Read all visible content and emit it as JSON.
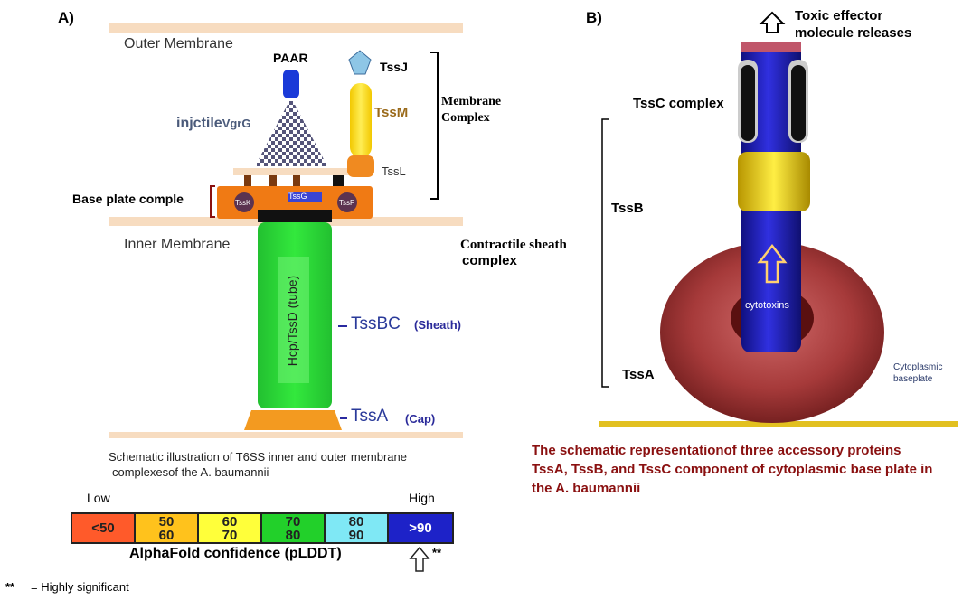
{
  "panel_a": {
    "label": "A)",
    "outer_membrane": "Outer Membrane",
    "inner_membrane": "Inner Membrane",
    "paar": "PAAR",
    "vgrg_prefix": "injctile",
    "vgrg": "VgrG",
    "tssj": "TssJ",
    "tssm": "TssM",
    "tssl": "TssL",
    "membrane_complex_line1": "Membrane",
    "membrane_complex_line2": "Complex",
    "base_plate": "Base plate comple",
    "tssk": "TssK",
    "tssg": "TssG",
    "tssf": "TssF",
    "tube_label": "Hcp/TssD (tube)",
    "tssbc": "TssBC",
    "sheath": "(Sheath)",
    "tssa": "TssA",
    "cap": "(Cap)",
    "caption_line1": "Schematic illustration of T6SS inner and outer membrane",
    "caption_line2": "complexesof the A. baumannii"
  },
  "confidence_scale": {
    "low": "Low",
    "high": "High",
    "title": "AlphaFold confidence (pLDDT)",
    "bins": [
      {
        "line1": "<50",
        "line2": "",
        "color": "#ff5a2a"
      },
      {
        "line1": "50",
        "line2": "60",
        "color": "#ffc21c"
      },
      {
        "line1": "60",
        "line2": "70",
        "color": "#ffff3a"
      },
      {
        "line1": "70",
        "line2": "80",
        "color": "#22d02a"
      },
      {
        "line1": "80",
        "line2": "90",
        "color": "#7fe8f5"
      },
      {
        "line1": ">90",
        "line2": "",
        "color": "#1d22c8"
      }
    ],
    "marker": "**"
  },
  "footnote": {
    "stars": "**",
    "text": "= Highly significant"
  },
  "panel_b": {
    "label": "B)",
    "toxic_line1": "Toxic effector",
    "toxic_line2": "molecule releases",
    "tssc_complex": "TssC complex",
    "tssb": "TssB",
    "contractile_line1": "Contractile sheath",
    "contractile_line2": "complex",
    "tssa": "TssA",
    "cytotoxins": "cytotoxins",
    "cytoplasmic_line1": "Cytoplasmic",
    "cytoplasmic_line2": "baseplate",
    "caption_line1": "The schematic representationof three accessory proteins",
    "caption_line2": "TssA, TssB, and TssC component of cytoplasmic base plate in",
    "caption_line3": "the A. baumannii"
  }
}
